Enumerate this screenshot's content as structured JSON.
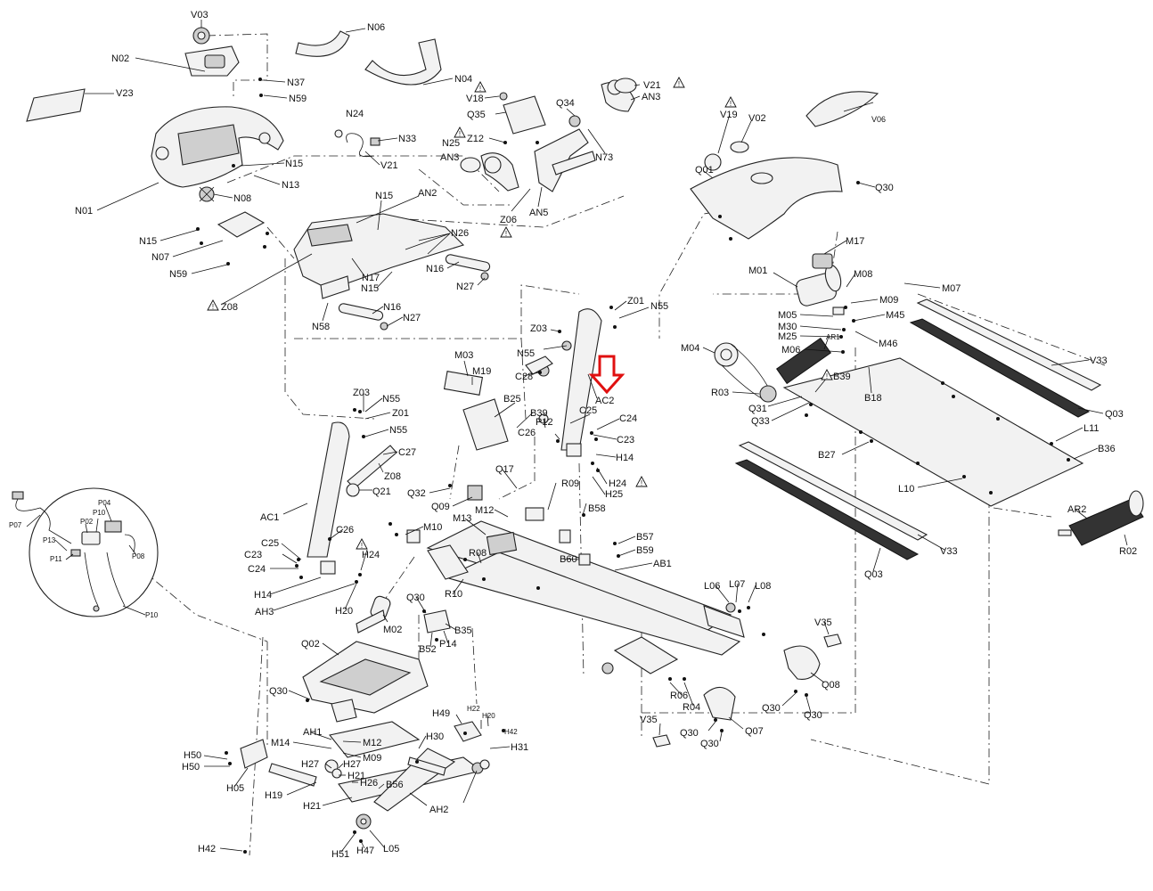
{
  "diagram": {
    "highlight_label": "AC2",
    "warning_symbol": "!",
    "labels": [
      "V03",
      "N06",
      "N02",
      "N04",
      "N37",
      "N59",
      "V23",
      "V21",
      "AN3",
      "V18",
      "Q34",
      "Q35",
      "Z12",
      "N24",
      "N33",
      "N25",
      "AN3",
      "V21",
      "N73",
      "N15",
      "N13",
      "N08",
      "N01",
      "N15",
      "N07",
      "N59",
      "V19",
      "V02",
      "V06",
      "Q01",
      "Q30",
      "N15",
      "AN2",
      "N26",
      "Z06",
      "AN5",
      "N16",
      "N27",
      "N17",
      "N15",
      "Z08",
      "N16",
      "N27",
      "N58",
      "M17",
      "M01",
      "M08",
      "M07",
      "M09",
      "M05",
      "M45",
      "M30",
      "M25",
      "M06",
      "M46",
      "M04",
      "AR1",
      "V33",
      "R03",
      "B39",
      "Q31",
      "Q33",
      "B18",
      "Q03",
      "L11",
      "B36",
      "B27",
      "L10",
      "Z01",
      "N55",
      "Z03",
      "N55",
      "C28",
      "AC2",
      "M03",
      "M19",
      "B25",
      "B39",
      "P12",
      "C25",
      "C24",
      "C26",
      "C23",
      "H14",
      "H24",
      "H25",
      "Z03",
      "N55",
      "Z01",
      "N55",
      "C27",
      "Z08",
      "Q21",
      "Q17",
      "Q32",
      "Q09",
      "M12",
      "R09",
      "B58",
      "M13",
      "M10",
      "AC1",
      "C26",
      "C25",
      "C23",
      "C24",
      "H24",
      "H14",
      "AH3",
      "H20",
      "R08",
      "R10",
      "Q30",
      "M02",
      "B52",
      "P14",
      "B35",
      "B57",
      "B59",
      "B60",
      "AB1",
      "L06",
      "L07",
      "L08",
      "V35",
      "Q08",
      "Q30",
      "Q30",
      "R06",
      "R04",
      "Q30",
      "Q30",
      "Q07",
      "V35",
      "V33",
      "Q03",
      "AR2",
      "R02",
      "P07",
      "P04",
      "P10",
      "P02",
      "P13",
      "P11",
      "P08",
      "P10",
      "Q02",
      "Q30",
      "AH1",
      "M14",
      "M12",
      "M09",
      "H27",
      "H27",
      "H21",
      "H26",
      "B56",
      "H49",
      "H22",
      "H20",
      "H42",
      "H30",
      "H31",
      "H50",
      "H50",
      "H05",
      "H19",
      "H21",
      "AH2",
      "H42",
      "H51",
      "H47",
      "L05"
    ]
  }
}
